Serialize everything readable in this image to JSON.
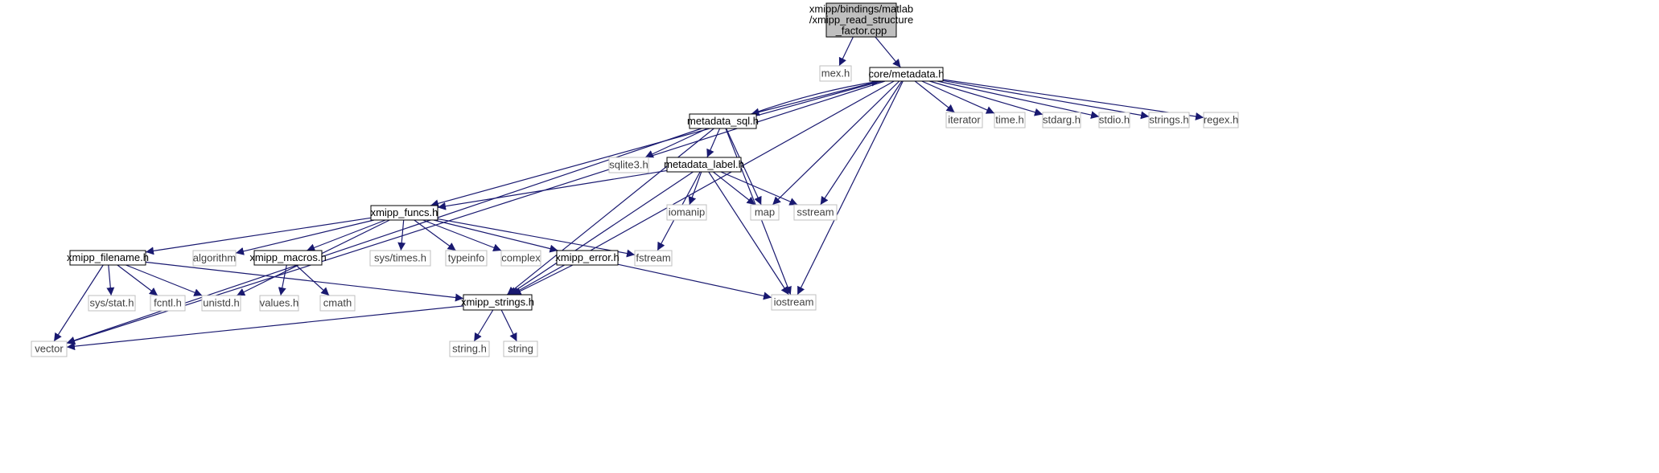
{
  "diagram": {
    "type": "include-dependency-graph",
    "colors": {
      "edge": "#191970",
      "root_fill": "#bfbfbf",
      "node_border": "#000000",
      "external_border": "#bfbfbf",
      "external_text": "#3f3f3f",
      "text": "#000000"
    },
    "nodes": [
      {
        "id": "root",
        "kind": "root",
        "lines": [
          "xmipp/bindings/matlab",
          "/xmipp_read_structure",
          "_factor.cpp"
        ]
      },
      {
        "id": "mex",
        "kind": "external",
        "lines": [
          "mex.h"
        ]
      },
      {
        "id": "metadata",
        "kind": "internal",
        "lines": [
          "core/metadata.h"
        ]
      },
      {
        "id": "vector",
        "kind": "external",
        "lines": [
          "vector"
        ]
      },
      {
        "id": "metadata_sql",
        "kind": "internal",
        "lines": [
          "metadata_sql.h"
        ]
      },
      {
        "id": "map",
        "kind": "external",
        "lines": [
          "map"
        ]
      },
      {
        "id": "sstream",
        "kind": "external",
        "lines": [
          "sstream"
        ]
      },
      {
        "id": "xmipp_strings",
        "kind": "internal",
        "lines": [
          "xmipp_strings.h"
        ]
      },
      {
        "id": "iostream",
        "kind": "external",
        "lines": [
          "iostream"
        ]
      },
      {
        "id": "xmipp_funcs",
        "kind": "internal",
        "lines": [
          "xmipp_funcs.h"
        ]
      },
      {
        "id": "iterator",
        "kind": "external",
        "lines": [
          "iterator"
        ]
      },
      {
        "id": "time",
        "kind": "external",
        "lines": [
          "time.h"
        ]
      },
      {
        "id": "stdarg",
        "kind": "external",
        "lines": [
          "stdarg.h"
        ]
      },
      {
        "id": "stdio",
        "kind": "external",
        "lines": [
          "stdio.h"
        ]
      },
      {
        "id": "strings",
        "kind": "external",
        "lines": [
          "strings.h"
        ]
      },
      {
        "id": "regex",
        "kind": "external",
        "lines": [
          "regex.h"
        ]
      },
      {
        "id": "sqlite3",
        "kind": "external",
        "lines": [
          "sqlite3.h"
        ]
      },
      {
        "id": "metadata_label",
        "kind": "internal",
        "lines": [
          "metadata_label.h"
        ]
      },
      {
        "id": "iomanip",
        "kind": "external",
        "lines": [
          "iomanip"
        ]
      },
      {
        "id": "fstream",
        "kind": "external",
        "lines": [
          "fstream"
        ]
      },
      {
        "id": "xmipp_filename",
        "kind": "internal",
        "lines": [
          "xmipp_filename.h"
        ]
      },
      {
        "id": "algorithm",
        "kind": "external",
        "lines": [
          "algorithm"
        ]
      },
      {
        "id": "xmipp_macros",
        "kind": "internal",
        "lines": [
          "xmipp_macros.h"
        ]
      },
      {
        "id": "sys_times",
        "kind": "external",
        "lines": [
          "sys/times.h"
        ]
      },
      {
        "id": "typeinfo",
        "kind": "external",
        "lines": [
          "typeinfo"
        ]
      },
      {
        "id": "complex",
        "kind": "external",
        "lines": [
          "complex"
        ]
      },
      {
        "id": "xmipp_error",
        "kind": "internal",
        "lines": [
          "xmipp_error.h"
        ]
      },
      {
        "id": "unistd",
        "kind": "external",
        "lines": [
          "unistd.h"
        ]
      },
      {
        "id": "sys_stat",
        "kind": "external",
        "lines": [
          "sys/stat.h"
        ]
      },
      {
        "id": "fcntl",
        "kind": "external",
        "lines": [
          "fcntl.h"
        ]
      },
      {
        "id": "values",
        "kind": "external",
        "lines": [
          "values.h"
        ]
      },
      {
        "id": "cmath",
        "kind": "external",
        "lines": [
          "cmath"
        ]
      },
      {
        "id": "string_h",
        "kind": "external",
        "lines": [
          "string.h"
        ]
      },
      {
        "id": "string",
        "kind": "external",
        "lines": [
          "string"
        ]
      }
    ],
    "edges": [
      [
        "root",
        "mex"
      ],
      [
        "root",
        "metadata"
      ],
      [
        "metadata",
        "vector"
      ],
      [
        "metadata",
        "metadata_sql"
      ],
      [
        "metadata",
        "map"
      ],
      [
        "metadata",
        "sstream"
      ],
      [
        "metadata",
        "xmipp_strings"
      ],
      [
        "metadata",
        "iostream"
      ],
      [
        "metadata",
        "xmipp_funcs"
      ],
      [
        "metadata",
        "iterator"
      ],
      [
        "metadata",
        "time"
      ],
      [
        "metadata",
        "stdarg"
      ],
      [
        "metadata",
        "stdio"
      ],
      [
        "metadata",
        "strings"
      ],
      [
        "metadata",
        "regex"
      ],
      [
        "metadata_sql",
        "metadata"
      ],
      [
        "metadata_sql",
        "vector"
      ],
      [
        "metadata_sql",
        "sqlite3"
      ],
      [
        "metadata_sql",
        "metadata_label"
      ],
      [
        "metadata_sql",
        "map"
      ],
      [
        "metadata_sql",
        "xmipp_strings"
      ],
      [
        "metadata_sql",
        "iostream"
      ],
      [
        "metadata_label",
        "xmipp_funcs"
      ],
      [
        "metadata_label",
        "iomanip"
      ],
      [
        "metadata_label",
        "map"
      ],
      [
        "metadata_label",
        "sstream"
      ],
      [
        "metadata_label",
        "fstream"
      ],
      [
        "metadata_label",
        "xmipp_strings"
      ],
      [
        "metadata_label",
        "iostream"
      ],
      [
        "xmipp_funcs",
        "xmipp_filename"
      ],
      [
        "xmipp_funcs",
        "algorithm"
      ],
      [
        "xmipp_funcs",
        "xmipp_macros"
      ],
      [
        "xmipp_funcs",
        "sys_times"
      ],
      [
        "xmipp_funcs",
        "typeinfo"
      ],
      [
        "xmipp_funcs",
        "complex"
      ],
      [
        "xmipp_funcs",
        "xmipp_error"
      ],
      [
        "xmipp_funcs",
        "fstream"
      ],
      [
        "xmipp_funcs",
        "unistd"
      ],
      [
        "xmipp_filename",
        "sys_stat"
      ],
      [
        "xmipp_filename",
        "fcntl"
      ],
      [
        "xmipp_filename",
        "unistd"
      ],
      [
        "xmipp_filename",
        "xmipp_strings"
      ],
      [
        "xmipp_filename",
        "vector"
      ],
      [
        "xmipp_macros",
        "values"
      ],
      [
        "xmipp_macros",
        "cmath"
      ],
      [
        "xmipp_error",
        "xmipp_strings"
      ],
      [
        "xmipp_error",
        "iostream"
      ],
      [
        "xmipp_strings",
        "vector"
      ],
      [
        "xmipp_strings",
        "string_h"
      ],
      [
        "xmipp_strings",
        "string"
      ]
    ]
  }
}
